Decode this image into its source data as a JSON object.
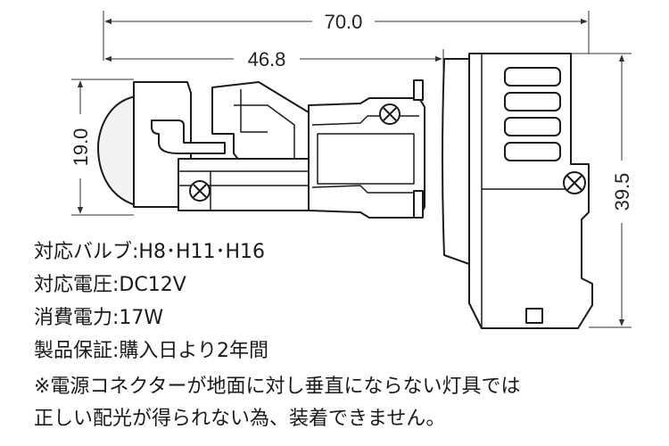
{
  "dimensions": {
    "overall_length": "70.0",
    "lens_to_flange": "46.8",
    "lens_height": "19.0",
    "overall_height": "39.5"
  },
  "specs": [
    "対応バルブ:H8･H11･H16",
    "対応電圧:DC12V",
    "消費電力:17W",
    "製品保証:購入日より2年間"
  ],
  "notes": [
    "※電源コネクターが地面に対し垂直にならない灯具では",
    "正しい配光が得られない為、装着できません。"
  ]
}
